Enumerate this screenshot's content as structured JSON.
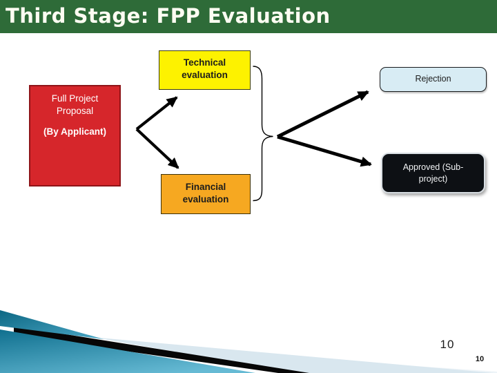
{
  "title_bar": {
    "title": "Third Stage: FPP Evaluation"
  },
  "flowchart": {
    "source_box": {
      "line1": "Full Project",
      "line2": "Proposal",
      "line3": "(By Applicant)"
    },
    "technical_box": {
      "line1": "Technical",
      "line2": "evaluation"
    },
    "financial_box": {
      "line1": "Financial",
      "line2": "evaluation"
    },
    "rejection_box": {
      "label": "Rejection"
    },
    "approved_box": {
      "line1": "Approved (Sub-",
      "line2": "project)"
    }
  },
  "footer": {
    "page_number": "10",
    "page_number_small": "10"
  },
  "colors": {
    "header_green": "#2e6b38",
    "proposal_red": "#d6262b",
    "technical_yellow": "#fdf200",
    "financial_orange": "#f6a821",
    "rejection_blue": "#d8ecf4",
    "approved_dark": "#0d1014",
    "swoosh_teal_dark": "#10708f",
    "swoosh_teal_light": "#66bad4",
    "swoosh_pale": "#d9e7ef",
    "swoosh_black": "#070707",
    "arrow_black": "#000000"
  }
}
